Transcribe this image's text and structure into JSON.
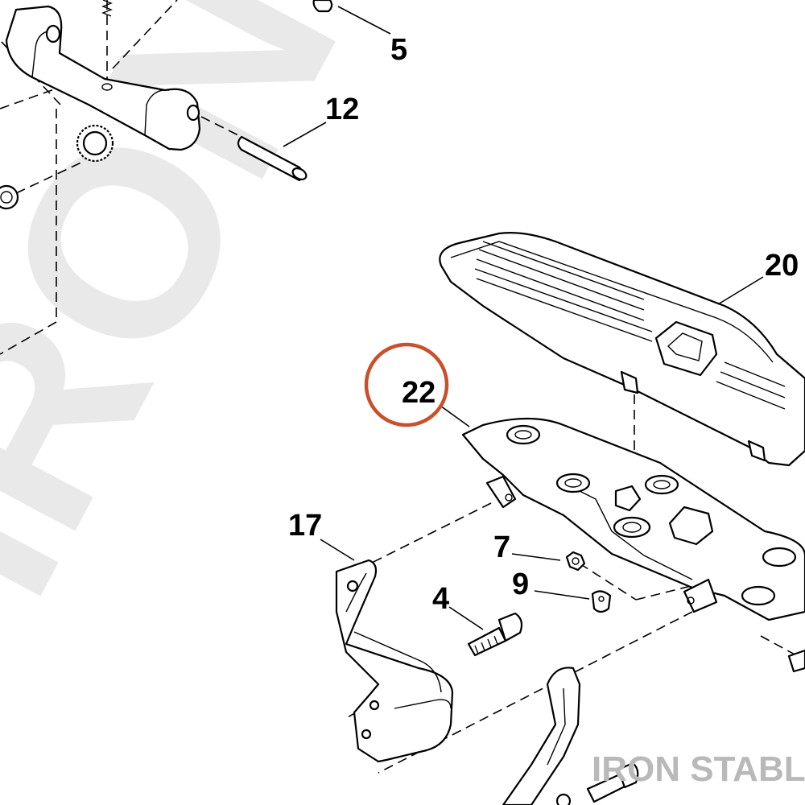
{
  "watermark": {
    "big_text": "IRON STABLE",
    "corner_text": "IRON STABLE"
  },
  "callouts": {
    "c5": "5",
    "c12": "12",
    "c20": "20",
    "c22": "22",
    "c17": "17",
    "c7": "7",
    "c9": "9",
    "c4": "4"
  },
  "highlight": {
    "target": "22",
    "color": "#c8502a"
  }
}
